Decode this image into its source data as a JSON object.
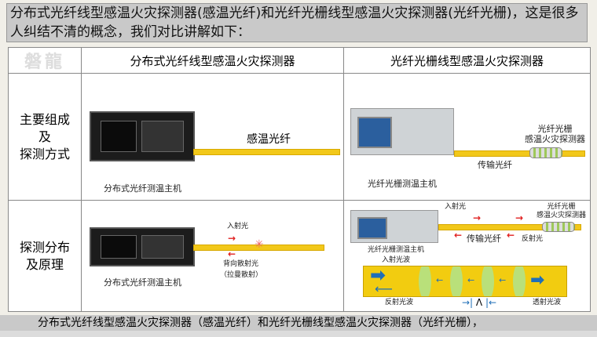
{
  "title": "分布式光纤线型感温火灾探测器(感温光纤)和光纤光栅线型感温火灾探测器(光纤光栅)，这是很多人纠结不清的概念，我们对比讲解如下：",
  "logo": "磐龍",
  "table": {
    "col1": "分布式光纤线型感温火灾探测器",
    "col2": "光纤光栅线型感温火灾探测器",
    "row1_label": [
      "主要组成",
      "及",
      "探测方式"
    ],
    "row2_label": [
      "探测分布",
      "及原理"
    ],
    "r1c1": {
      "fiber_label": "感温光纤",
      "host": "分布式光纤测温主机"
    },
    "r1c2": {
      "detector": [
        "光纤光栅",
        "感温火灾探测器"
      ],
      "fiber_label": "传输光纤",
      "host": "光纤光栅测温主机"
    },
    "r2c1": {
      "incident": "入射光",
      "back": "背向散射光",
      "raman": "（拉曼散射）",
      "host": "分布式光纤测温主机"
    },
    "r2c2": {
      "incident": "入射光",
      "detector": [
        "光纤光栅",
        "感温火灾探测器"
      ],
      "fiber_label": "传输光纤",
      "reflected": "反射光",
      "host": "光纤光栅测温主机",
      "incident_wave": "入射光波",
      "reflected_wave": "反射光波",
      "transmitted_wave": "透射光波",
      "lambda": "Λ"
    }
  },
  "bottom": "分布式光纤线型感温火灾探测器（感温光纤）和光纤光栅线型感温火灾探测器（光纤光栅），"
}
